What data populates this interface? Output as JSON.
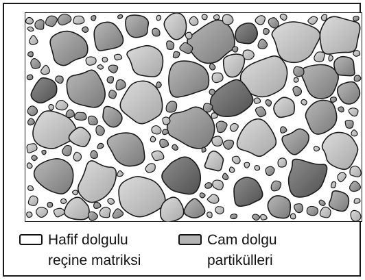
{
  "diagram": {
    "colors": {
      "matrix": "#ffffff",
      "particle_light": "#c6c6c6",
      "particle_mid": "#9a9a9a",
      "particle_dark": "#6e6e6e",
      "outline": "#1a1a1a"
    }
  },
  "legend": {
    "matrix": {
      "line1": "Hafif dolgulu",
      "line2": "reçine matriksi",
      "swatch_color": "#ffffff"
    },
    "filler": {
      "line1": "Cam dolgu",
      "line2": "partikülleri",
      "swatch_color": "#b4b4b4"
    }
  }
}
